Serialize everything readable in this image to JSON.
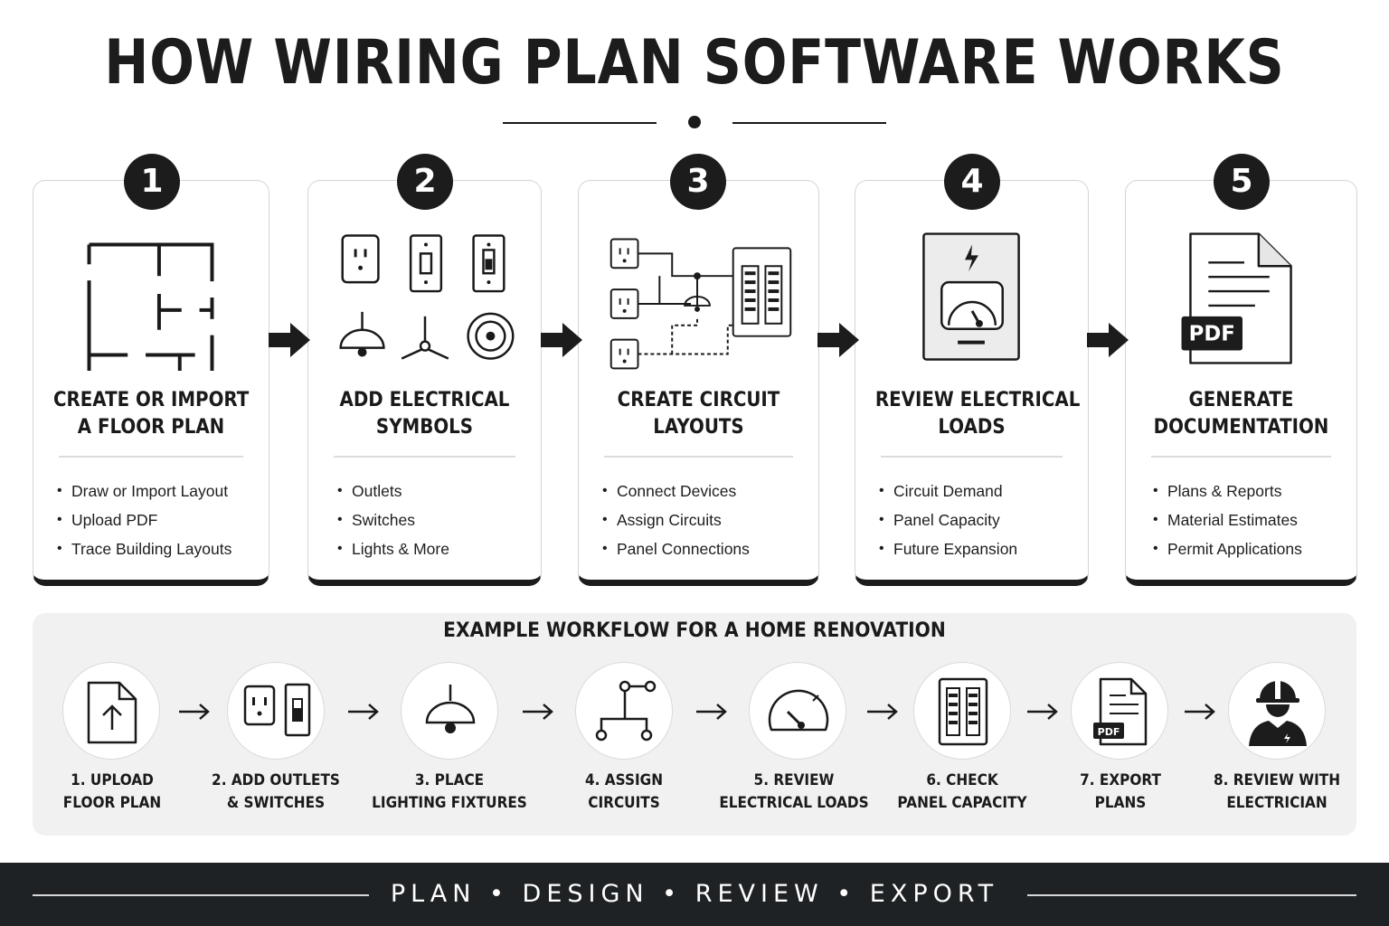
{
  "title": "HOW WIRING PLAN SOFTWARE WORKS",
  "steps": [
    {
      "number": "1",
      "title_lines": [
        "CREATE OR IMPORT",
        "A FLOOR PLAN"
      ],
      "bullets": [
        "Draw or Import Layout",
        "Upload PDF",
        "Trace Building Layouts"
      ],
      "icon": "floor-plan-icon"
    },
    {
      "number": "2",
      "title_lines": [
        "ADD ELECTRICAL",
        "SYMBOLS"
      ],
      "bullets": [
        "Outlets",
        "Switches",
        "Lights & More"
      ],
      "icon": "electrical-symbols-icon"
    },
    {
      "number": "3",
      "title_lines": [
        "CREATE CIRCUIT",
        "LAYOUTS"
      ],
      "bullets": [
        "Connect Devices",
        "Assign Circuits",
        "Panel Connections"
      ],
      "icon": "circuit-layout-icon"
    },
    {
      "number": "4",
      "title_lines": [
        "REVIEW ELECTRICAL",
        "LOADS"
      ],
      "bullets": [
        "Circuit Demand",
        "Panel Capacity",
        "Future Expansion"
      ],
      "icon": "load-meter-icon"
    },
    {
      "number": "5",
      "title_lines": [
        "GENERATE",
        "DOCUMENTATION"
      ],
      "bullets": [
        "Plans & Reports",
        "Material Estimates",
        "Permit Applications"
      ],
      "icon": "pdf-document-icon",
      "pdf_label": "PDF"
    }
  ],
  "workflow": {
    "title": "EXAMPLE WORKFLOW FOR A HOME RENOVATION",
    "items": [
      {
        "lines": [
          "1. UPLOAD",
          "FLOOR PLAN"
        ],
        "icon": "upload-file-icon"
      },
      {
        "lines": [
          "2. ADD OUTLETS",
          "& SWITCHES"
        ],
        "icon": "outlet-switch-icon"
      },
      {
        "lines": [
          "3. PLACE",
          "LIGHTING FIXTURES"
        ],
        "icon": "pendant-light-icon"
      },
      {
        "lines": [
          "4. ASSIGN",
          "CIRCUITS"
        ],
        "icon": "circuit-nodes-icon"
      },
      {
        "lines": [
          "5. REVIEW",
          "ELECTRICAL LOADS"
        ],
        "icon": "gauge-icon"
      },
      {
        "lines": [
          "6. CHECK",
          "PANEL CAPACITY"
        ],
        "icon": "breaker-panel-icon"
      },
      {
        "lines": [
          "7. EXPORT",
          "PLANS"
        ],
        "icon": "pdf-export-icon",
        "pdf_label": "PDF"
      },
      {
        "lines": [
          "8. REVIEW WITH",
          "ELECTRICIAN"
        ],
        "icon": "electrician-icon"
      }
    ]
  },
  "footer": {
    "text": "PLAN • DESIGN • REVIEW • EXPORT"
  },
  "colors": {
    "dark": "#1c1c1c",
    "panel_bg": "#f1f1f1",
    "card_border": "#d4d4d4",
    "footer_bg": "#1f2224"
  }
}
